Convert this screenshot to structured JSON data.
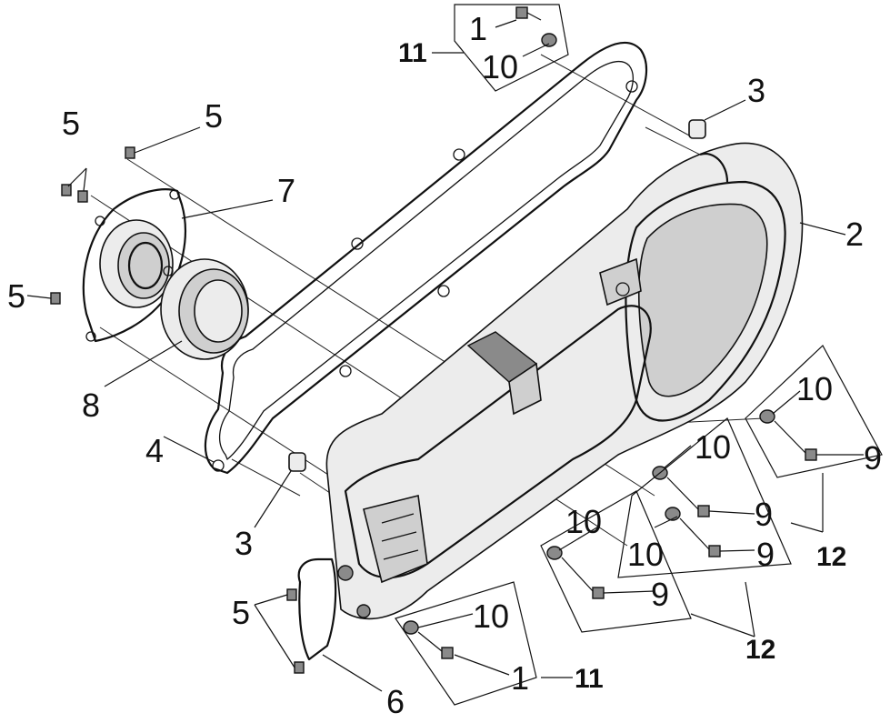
{
  "callouts": {
    "c1_top": "1",
    "c10_top": "10",
    "c11_top": "11",
    "c3_right": "3",
    "c2": "2",
    "c5_topleft": "5",
    "c5_topright": "5",
    "c7": "7",
    "c5_left": "5",
    "c8": "8",
    "c4": "4",
    "c3_bottom": "3",
    "c5_bottom": "5",
    "c6": "6",
    "c10_b1": "10",
    "c1_b": "1",
    "c11_b": "11",
    "c10_m1": "10",
    "c9_m1": "9",
    "c10_m2": "10",
    "c9_m2": "9",
    "c10_m3": "10",
    "c9_m3": "9",
    "c12_mid": "12",
    "c10_r": "10",
    "c9_r": "9",
    "c12_right": "12"
  }
}
